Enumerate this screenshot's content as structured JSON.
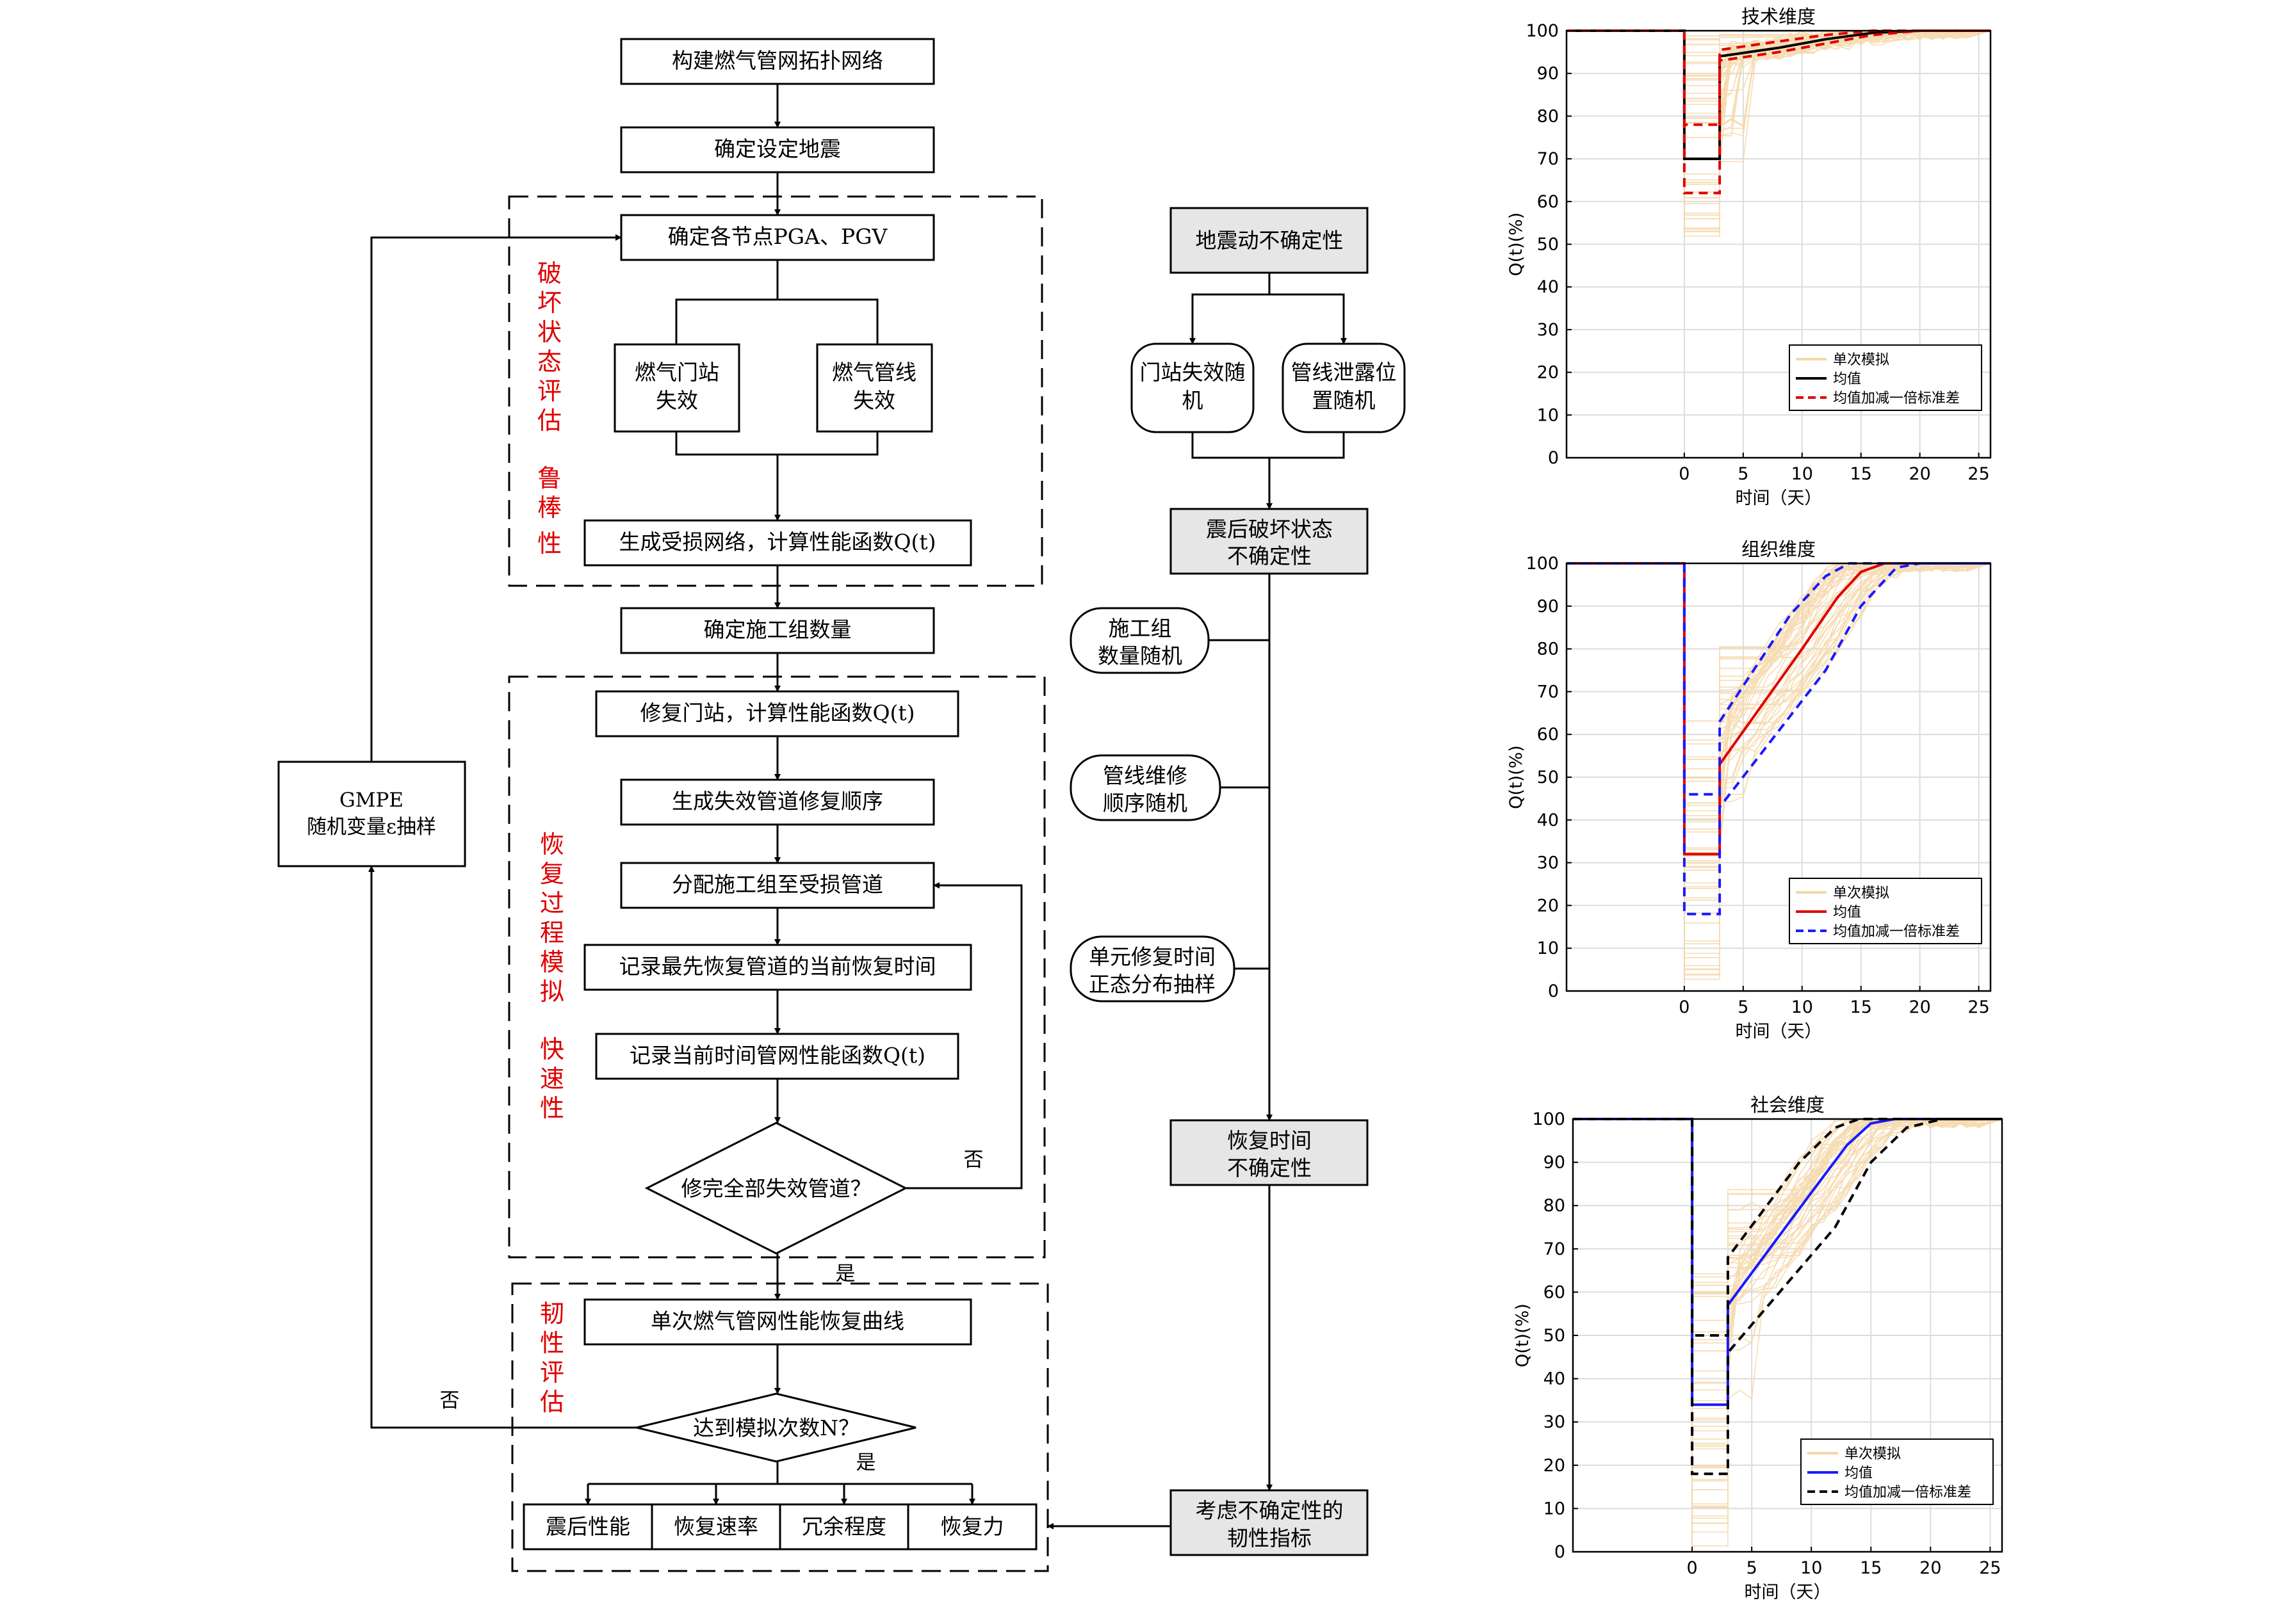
{
  "flow": {
    "build_network": "构建燃气管网拓扑网络",
    "set_quake": "确定设定地震",
    "pga_pgv": "确定各节点PGA、PGV",
    "station_fail": [
      "燃气门站",
      "失效"
    ],
    "pipe_fail": [
      "燃气管线",
      "失效"
    ],
    "damaged_net": "生成受损网络，计算性能函数Q(t)",
    "crew_count": "确定施工组数量",
    "repair_station": "修复门站，计算性能函数Q(t)",
    "repair_order": "生成失效管道修复顺序",
    "assign_crew": "分配施工组至受损管道",
    "record_time": "记录最先恢复管道的当前恢复时间",
    "record_perf": "记录当前时间管网性能函数Q(t)",
    "all_repaired": "修完全部失效管道？",
    "single_curve": "单次燃气管网性能恢复曲线",
    "reach_n": "达到模拟次数N？",
    "gmpe": [
      "GMPE",
      "随机变量ε抽样"
    ],
    "yes": "是",
    "no": "否",
    "metrics": [
      "震后性能",
      "恢复速率",
      "冗余程度",
      "恢复力"
    ],
    "labels": {
      "damage": [
        "破",
        "坏",
        "状",
        "态",
        "评",
        "估"
      ],
      "robust": [
        "鲁",
        "棒",
        "性"
      ],
      "recovery": [
        "恢",
        "复",
        "过",
        "程",
        "模",
        "拟"
      ],
      "rapid": [
        "快",
        "速",
        "性"
      ],
      "resil": [
        "韧",
        "性",
        "评",
        "估"
      ]
    }
  },
  "uncertainty": {
    "ground_motion": "地震动不确定性",
    "station_random": [
      "门站失效随",
      "机"
    ],
    "leak_random": [
      "管线泄露位",
      "置随机"
    ],
    "post_damage": [
      "震后破坏状态",
      "不确定性"
    ],
    "crew_random": [
      "施工组",
      "数量随机"
    ],
    "order_random": [
      "管线维修",
      "顺序随机"
    ],
    "unit_time": [
      "单元修复时间",
      "正态分布抽样"
    ],
    "repair_time": [
      "恢复时间",
      "不确定性"
    ],
    "resil_index": [
      "考虑不确定性的",
      "韧性指标"
    ]
  },
  "chart_data": [
    {
      "type": "line",
      "title": "技术维度",
      "xlabel": "时间（天）",
      "ylabel": "Q(t)(%)",
      "xlim": [
        -10,
        26
      ],
      "ylim": [
        0,
        100
      ],
      "xticks": [
        0,
        5,
        10,
        15,
        20,
        25
      ],
      "yticks": [
        0,
        10,
        20,
        30,
        40,
        50,
        60,
        70,
        80,
        90,
        100
      ],
      "grid": true,
      "legend_position": "bottom-right",
      "legend": [
        "单次模拟",
        "均值",
        "均值加减一倍标准差"
      ],
      "drop_range": [
        50,
        100
      ],
      "series": [
        {
          "name": "均值",
          "color": "#000000",
          "style": "solid",
          "x": [
            -10,
            0,
            0,
            3,
            3,
            8,
            12,
            16,
            20,
            26
          ],
          "y": [
            100,
            100,
            70,
            70,
            94,
            96,
            98,
            99.5,
            100,
            100
          ]
        },
        {
          "name": "均值加减一倍标准差",
          "color": "#e00000",
          "style": "dashed",
          "x": [
            -10,
            0,
            0,
            3,
            3,
            8,
            12,
            16,
            20,
            26
          ],
          "y": [
            100,
            100,
            78,
            78,
            95.5,
            97.5,
            99,
            100,
            100,
            100
          ]
        },
        {
          "name": "",
          "color": "#e00000",
          "style": "dashed",
          "x": [
            -10,
            0,
            0,
            3,
            3,
            8,
            12,
            16,
            20,
            26
          ],
          "y": [
            100,
            100,
            62,
            62,
            93,
            95,
            97,
            99,
            100,
            100
          ]
        }
      ]
    },
    {
      "type": "line",
      "title": "组织维度",
      "xlabel": "时间（天）",
      "ylabel": "Q(t)(%)",
      "xlim": [
        -10,
        26
      ],
      "ylim": [
        0,
        100
      ],
      "xticks": [
        0,
        5,
        10,
        15,
        20,
        25
      ],
      "yticks": [
        0,
        10,
        20,
        30,
        40,
        50,
        60,
        70,
        80,
        90,
        100
      ],
      "grid": true,
      "legend_position": "bottom-right",
      "legend": [
        "单次模拟",
        "均值",
        "均值加减一倍标准差"
      ],
      "drop_range": [
        0,
        65
      ],
      "series": [
        {
          "name": "均值",
          "color": "#e00000",
          "style": "solid",
          "x": [
            -10,
            0,
            0,
            3,
            3,
            10,
            13,
            15,
            17,
            26
          ],
          "y": [
            100,
            100,
            32,
            32,
            53,
            80,
            92,
            98,
            100,
            100
          ]
        },
        {
          "name": "均值加减一倍标准差",
          "color": "#1a1aff",
          "style": "dashed",
          "x": [
            -10,
            0,
            0,
            3,
            3,
            9,
            12,
            14,
            16,
            26
          ],
          "y": [
            100,
            100,
            46,
            46,
            63,
            88,
            97,
            100,
            100,
            100
          ]
        },
        {
          "name": "",
          "color": "#1a1aff",
          "style": "dashed",
          "x": [
            -10,
            0,
            0,
            3,
            3,
            12,
            15,
            18,
            20,
            26
          ],
          "y": [
            100,
            100,
            18,
            18,
            43,
            75,
            90,
            99,
            100,
            100
          ]
        }
      ]
    },
    {
      "type": "line",
      "title": "社会维度",
      "xlabel": "时间（天）",
      "ylabel": "Q(t)(%)",
      "xlim": [
        -10,
        26
      ],
      "ylim": [
        0,
        100
      ],
      "xticks": [
        0,
        5,
        10,
        15,
        20,
        25
      ],
      "yticks": [
        0,
        10,
        20,
        30,
        40,
        50,
        60,
        70,
        80,
        90,
        100
      ],
      "grid": true,
      "legend_position": "bottom-right",
      "legend": [
        "单次模拟",
        "均值",
        "均值加减一倍标准差"
      ],
      "drop_range": [
        0,
        65
      ],
      "series": [
        {
          "name": "均值",
          "color": "#1a1aff",
          "style": "solid",
          "x": [
            -10,
            0,
            0,
            3,
            3,
            10,
            13,
            15,
            17,
            26
          ],
          "y": [
            100,
            100,
            34,
            34,
            57,
            83,
            94,
            99,
            100,
            100
          ]
        },
        {
          "name": "均值加减一倍标准差",
          "color": "#000000",
          "style": "dashed",
          "x": [
            -10,
            0,
            0,
            3,
            3,
            9,
            12,
            14,
            16,
            26
          ],
          "y": [
            100,
            100,
            50,
            50,
            68,
            90,
            98,
            100,
            100,
            100
          ]
        },
        {
          "name": "",
          "color": "#000000",
          "style": "dashed",
          "x": [
            -10,
            0,
            0,
            3,
            3,
            12,
            15,
            18,
            21,
            26
          ],
          "y": [
            100,
            100,
            18,
            18,
            46,
            75,
            90,
            98,
            100,
            100
          ]
        }
      ]
    }
  ]
}
